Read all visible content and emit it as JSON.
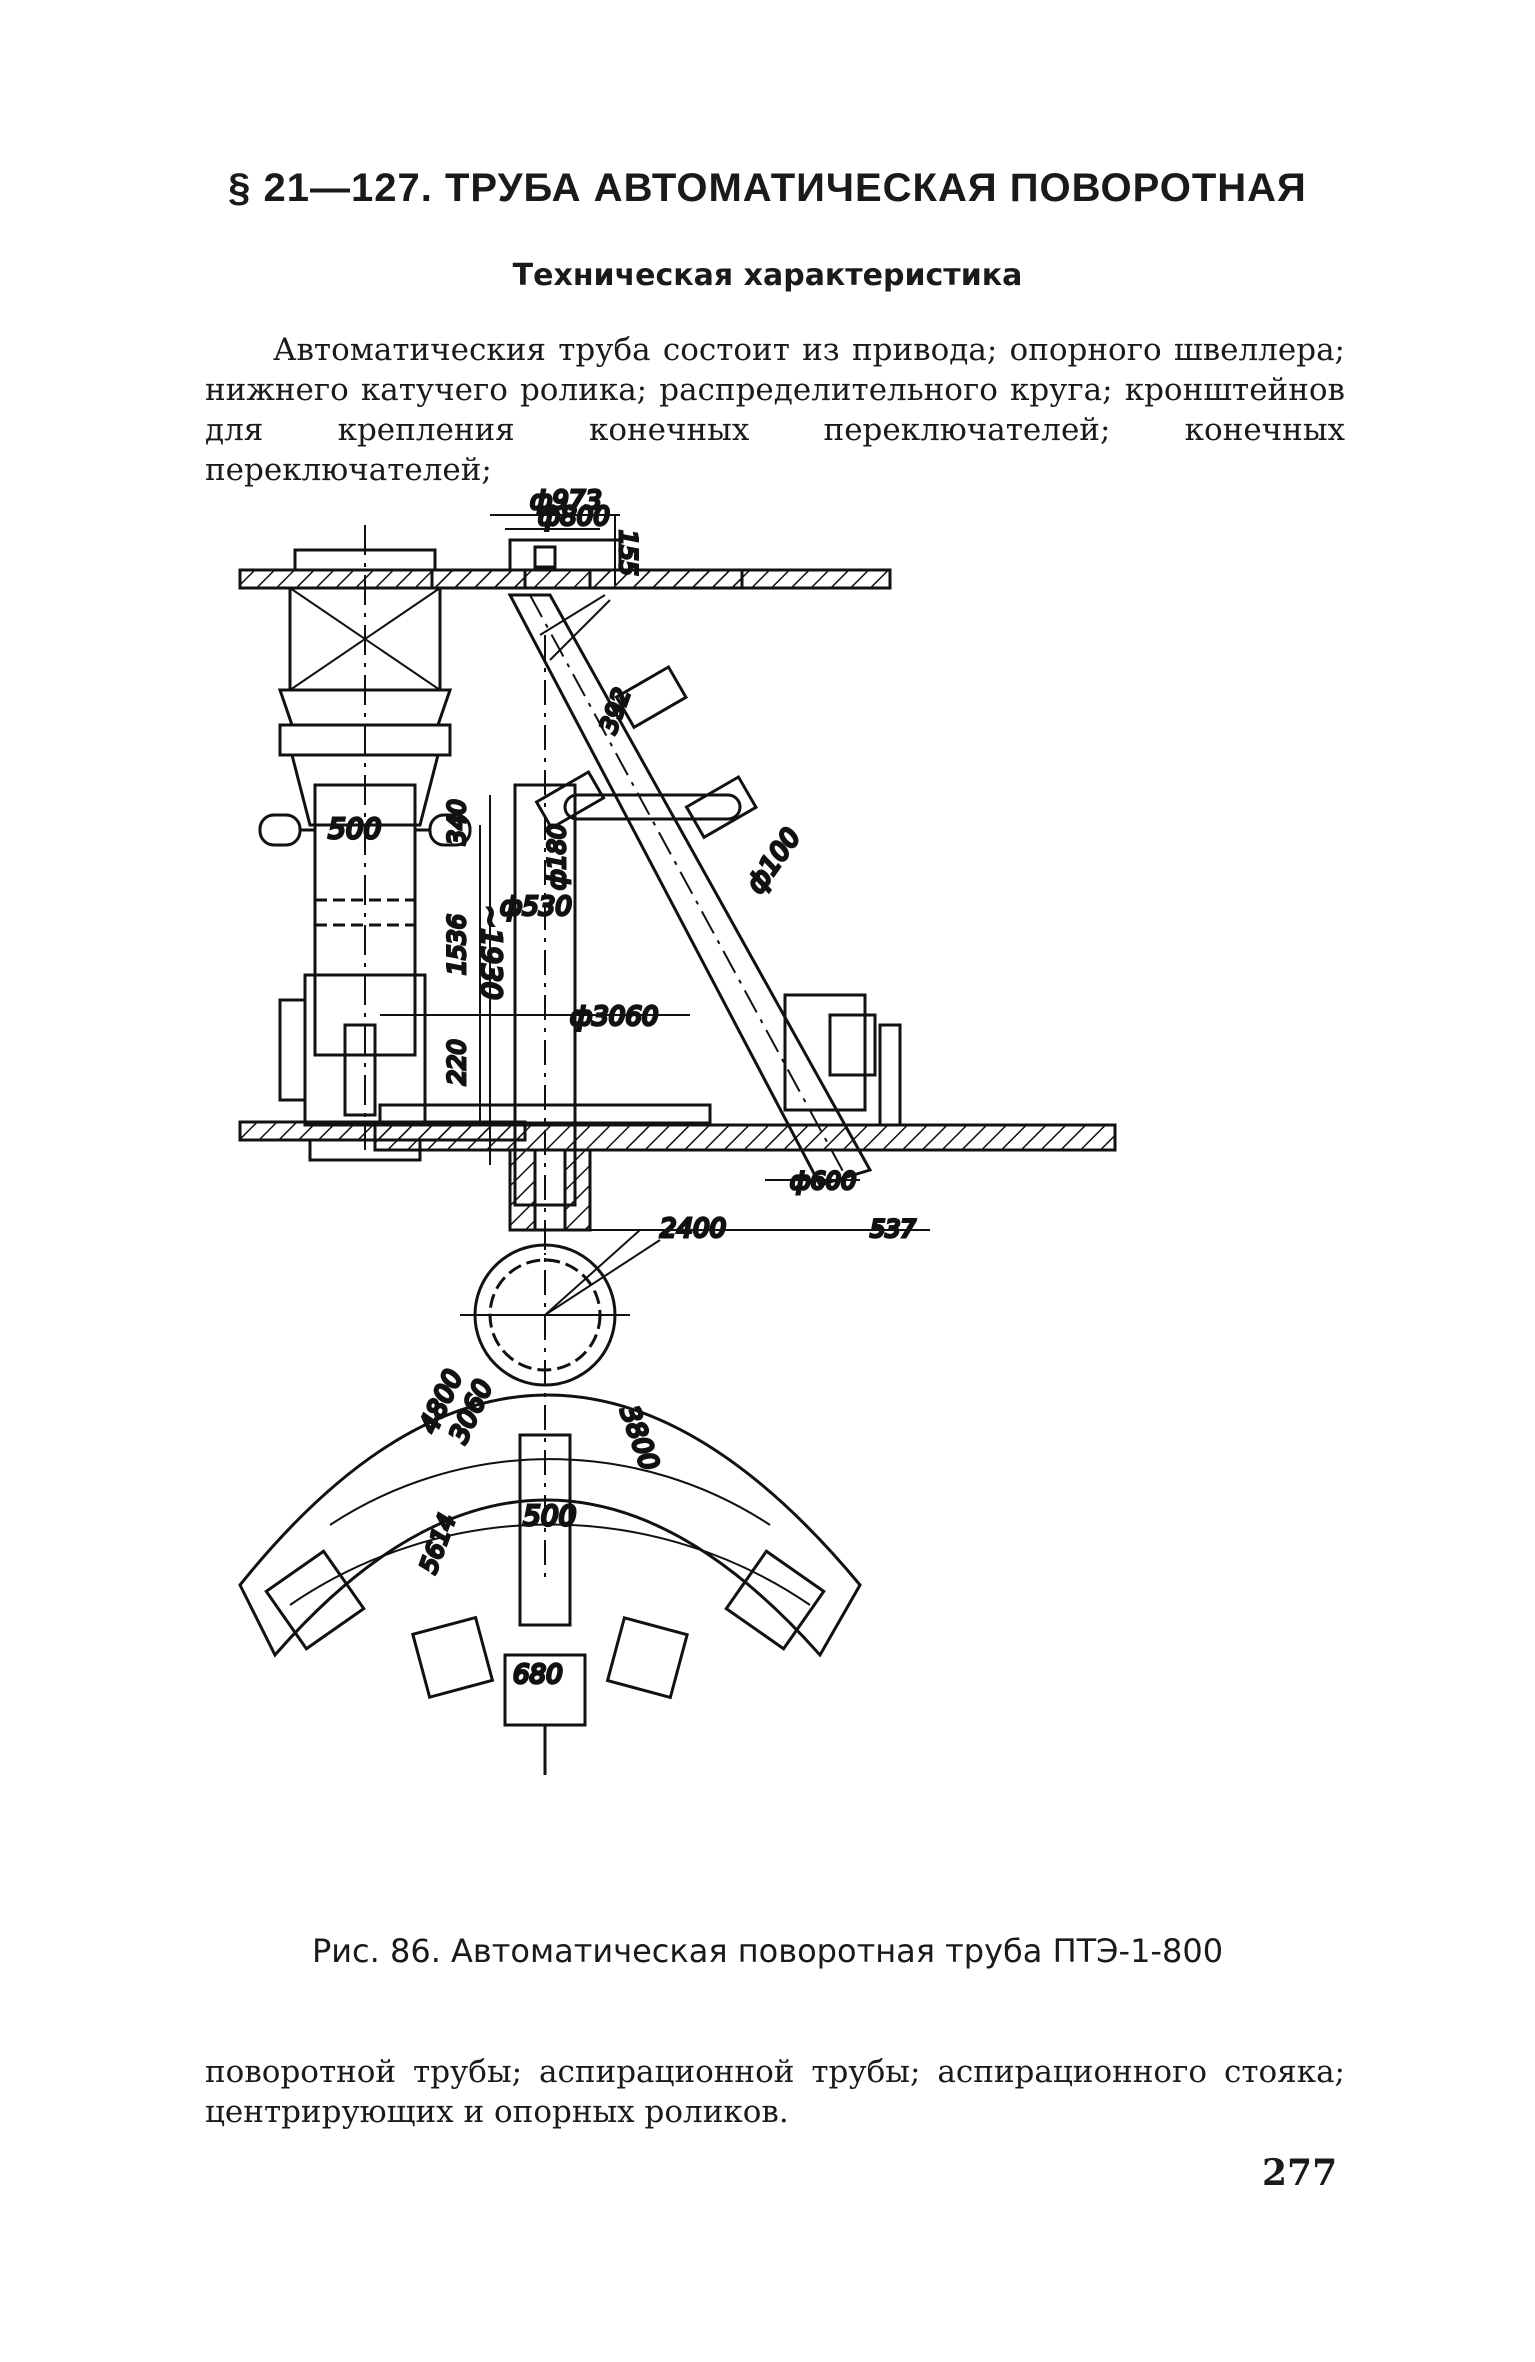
{
  "section_heading": "§ 21—127. ТРУБА АВТОМАТИЧЕСКАЯ ПОВОРОТНАЯ",
  "subheading": "Техническая характеристика",
  "paragraph_top": [
    "Автоматическия труба состоит из привода; опорного швеллера;",
    "нижнего катучего ролика; распределительного круга; кронштейнов",
    "для крепления конечных переключателей; конечных переключателей;"
  ],
  "figure": {
    "dimensions": {
      "d973": "ф973",
      "d800": "ф800",
      "h155": "155",
      "w500_side": "500",
      "h1930": "~1930",
      "h340": "340",
      "d530": "ф530",
      "h1536": "1536",
      "d180": "ф180",
      "d392": "392",
      "d100": "ф100",
      "d3060": "ф3060",
      "h220": "220",
      "d600": "ф600",
      "l2400": "2400",
      "l537": "537",
      "r4800": "4800",
      "r3060": "3060",
      "r3800": "3800",
      "r5614": "5614",
      "w500_plan": "500",
      "w680": "680"
    }
  },
  "caption": "Рис. 86. Автоматическая поворотная труба ПТЭ-1-800",
  "paragraph_bottom": [
    "поворотной трубы; аспирационной трубы; аспирационного стояка;",
    "центрирующих и опорных роликов."
  ],
  "page_number": "277"
}
